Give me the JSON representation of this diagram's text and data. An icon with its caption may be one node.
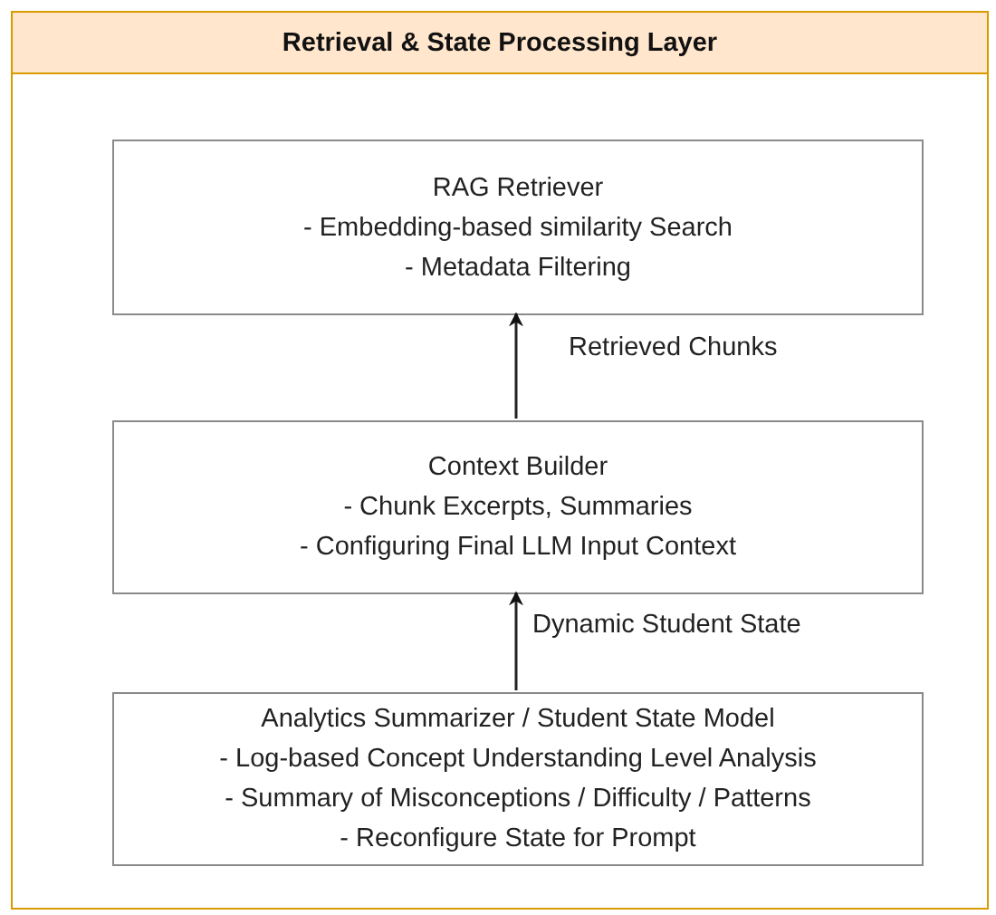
{
  "diagram": {
    "nodes": [
      {
        "text": [
          "Retrieval & State Processing Layer"
        ]
      },
      {
        "text": [
          "RAG Retriever",
          "- Embedding-based similarity Search",
          "- Metadata Filtering"
        ],
        "in": 0
      },
      {
        "text": [
          "Context Builder",
          "- Chunk Excerpts, Summaries",
          "- Configuring Final LLM Input Context"
        ],
        "in": 0
      },
      {
        "text": [
          "Analytics Summarizer / Student State Model",
          "- Log-based Concept Understanding Level Analysis",
          "- Summary of Misconceptions / Difficulty / Patterns",
          "- Reconfigure State for Prompt"
        ],
        "in": 0
      }
    ],
    "edges": [
      {
        "from": 2,
        "to": 1,
        "arrow": "to",
        "label": "Retrieved Chunks"
      },
      {
        "from": 3,
        "to": 2,
        "arrow": "to",
        "label": "Dynamic Student State"
      }
    ]
  }
}
